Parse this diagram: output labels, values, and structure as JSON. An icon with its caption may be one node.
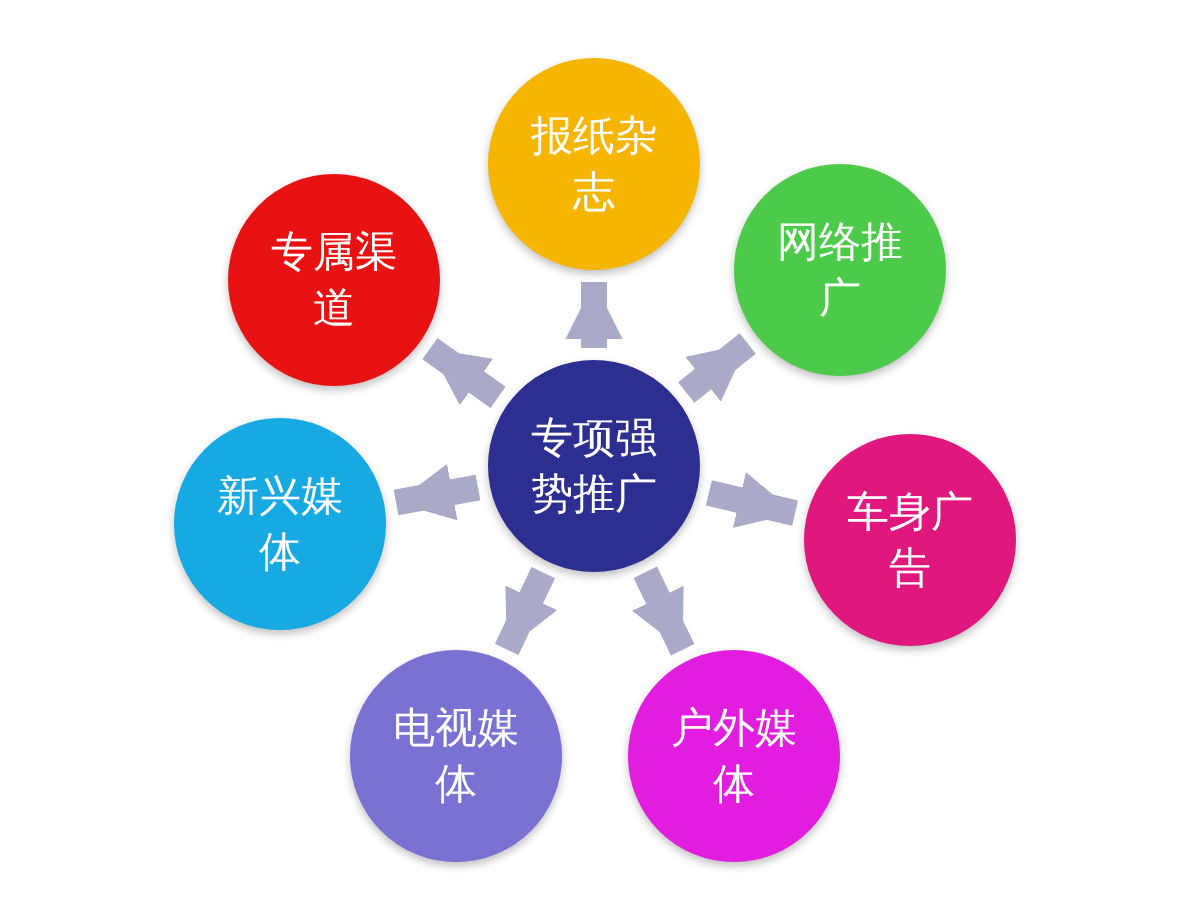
{
  "diagram": {
    "nodes": [
      {
        "text": [
          "专项强势推广"
        ]
      },
      {
        "text": [
          "报纸杂志"
        ]
      },
      {
        "text": [
          "网络推广"
        ]
      },
      {
        "text": [
          "车身广告"
        ]
      },
      {
        "text": [
          "户外媒体"
        ]
      },
      {
        "text": [
          "电视媒体"
        ]
      },
      {
        "text": [
          "新兴媒体"
        ]
      },
      {
        "text": [
          "专属渠道"
        ]
      }
    ],
    "edges": [
      {
        "from": 0,
        "to": 1,
        "arrow": "to"
      },
      {
        "from": 0,
        "to": 2,
        "arrow": "to"
      },
      {
        "from": 0,
        "to": 3,
        "arrow": "to"
      },
      {
        "from": 0,
        "to": 4,
        "arrow": "to"
      },
      {
        "from": 0,
        "to": 5,
        "arrow": "to"
      },
      {
        "from": 0,
        "to": 6,
        "arrow": "to"
      },
      {
        "from": 0,
        "to": 7,
        "arrow": "to"
      }
    ]
  }
}
